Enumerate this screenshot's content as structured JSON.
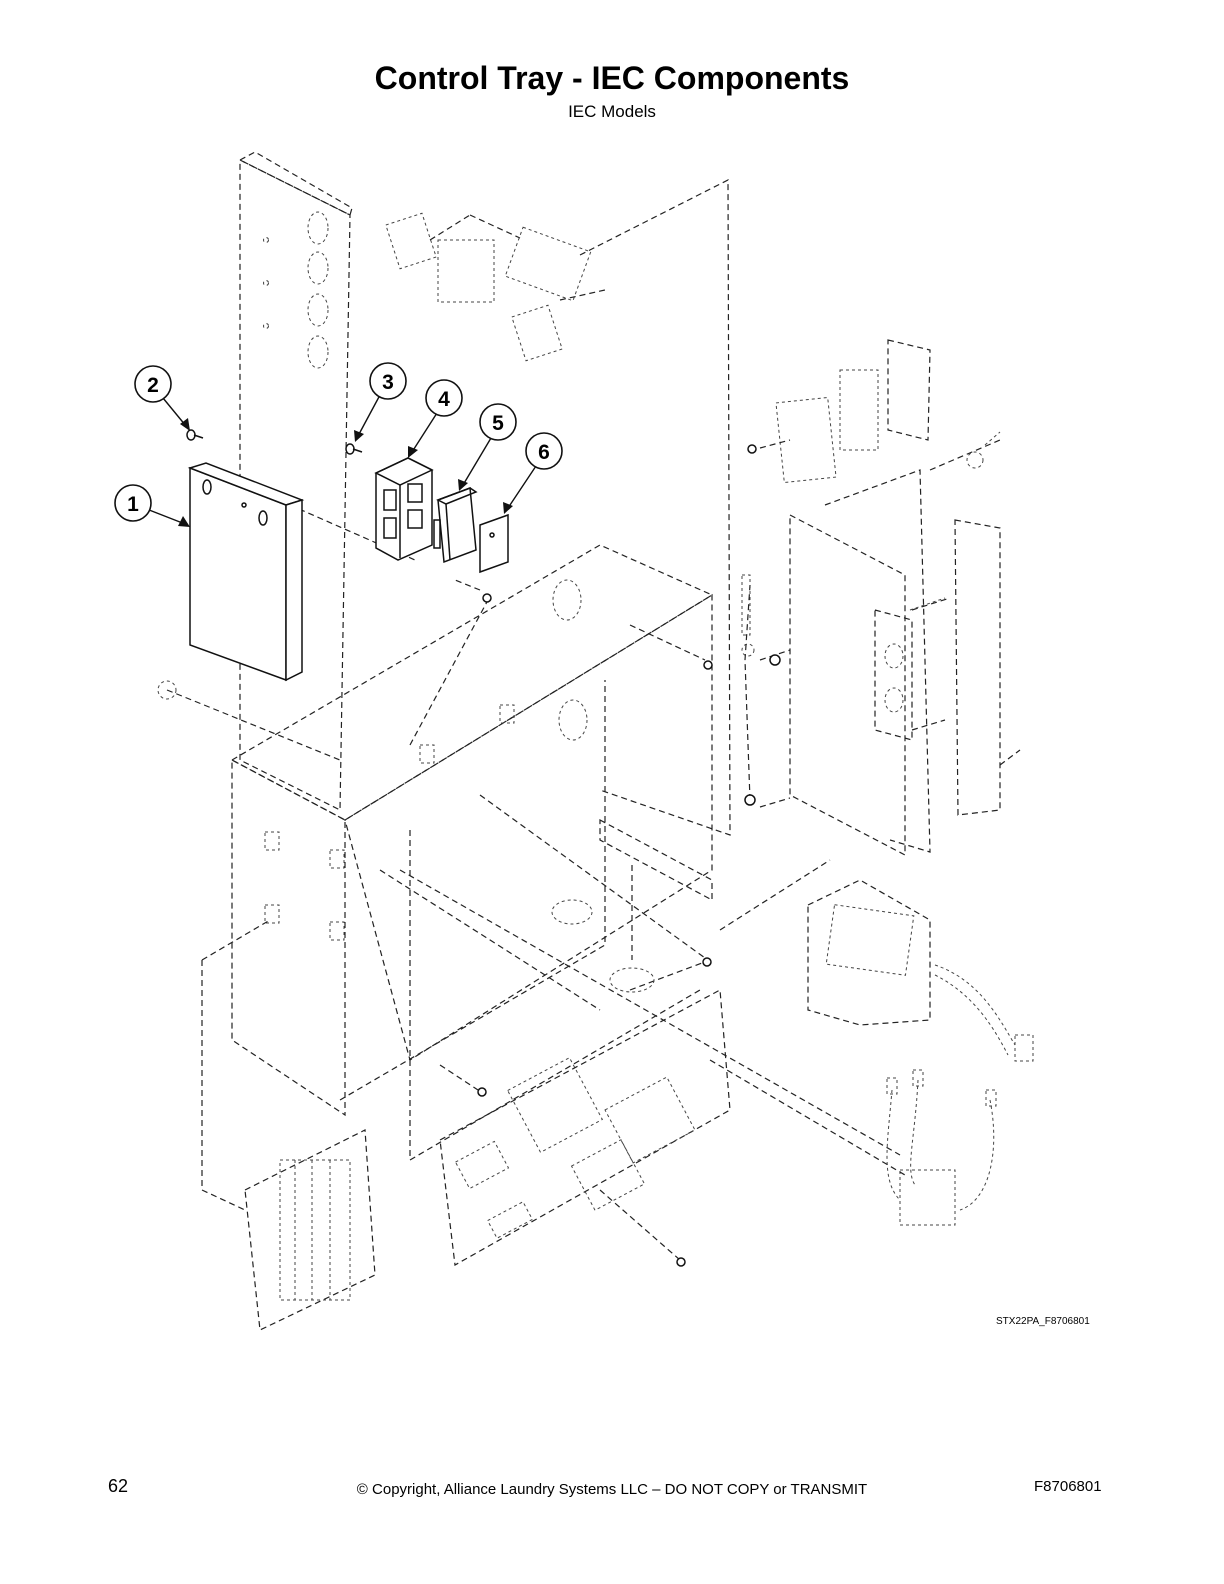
{
  "header": {
    "title": "Control Tray - IEC Components",
    "subtitle": "IEC Models"
  },
  "callouts": [
    {
      "label": "1"
    },
    {
      "label": "2"
    },
    {
      "label": "3"
    },
    {
      "label": "4"
    },
    {
      "label": "5"
    },
    {
      "label": "6"
    }
  ],
  "drawing": {
    "id": "STX22PA_F8706801"
  },
  "footer": {
    "page_number": "62",
    "copyright": "© Copyright, Alliance Laundry Systems LLC – DO NOT COPY or TRANSMIT",
    "doc_code": "F8706801"
  }
}
